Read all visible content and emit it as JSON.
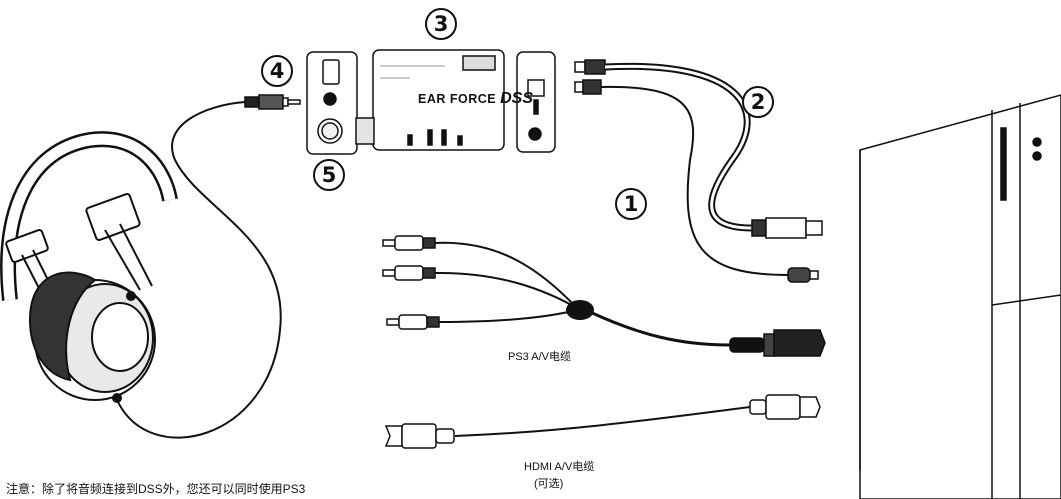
{
  "callouts": {
    "c1": "1",
    "c2": "2",
    "c3": "3",
    "c4": "4",
    "c5": "5"
  },
  "labels": {
    "ps3_cable": "PS3 A/V电缆",
    "hdmi_cable": "HDMI A/V电缆",
    "hdmi_optional": "(可选)"
  },
  "device": {
    "brand_prefix": "EAR FORCE",
    "brand_model": "DSS"
  },
  "note": "注意：除了将音频连接到DSS外，您还可以同时使用PS3"
}
